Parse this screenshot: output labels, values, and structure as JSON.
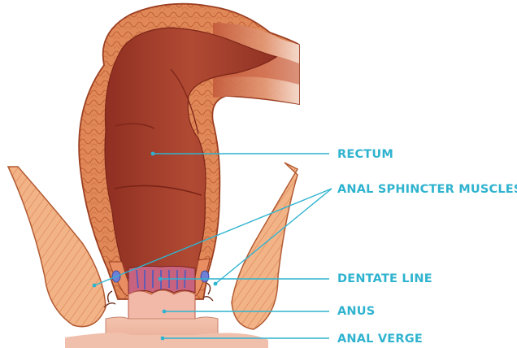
{
  "labels": {
    "rectum": "RECTUM",
    "anal_sphincter_muscles": "ANAL SPHINCTER MUSCLES",
    "dentate_line": "DENTATE LINE",
    "anus": "ANUS",
    "anal_verge": "ANAL VERGE"
  },
  "colors": {
    "label": "#2fb3cf",
    "leader_line": "#2fb3cf",
    "rectal_wall": "#d9794c",
    "rectal_lumen": "#a8402e",
    "muscle_fiber": "#f3b184",
    "skin": "#f1b8a0",
    "vein": "#6f7fd6"
  },
  "icons": [
    "rectum-anatomy-illustration"
  ]
}
